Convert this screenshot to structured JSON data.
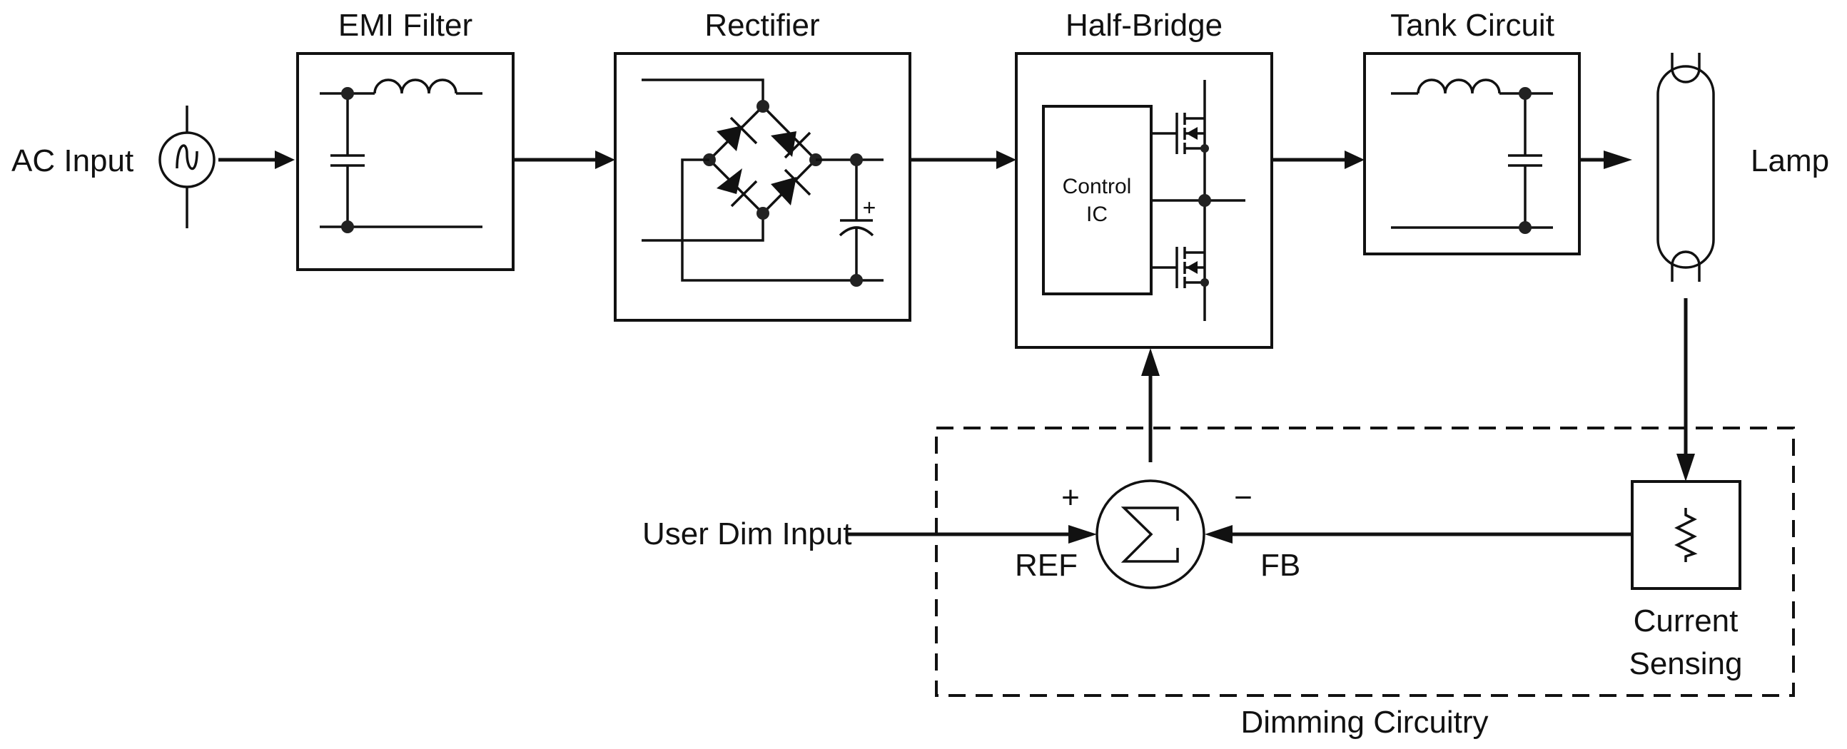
{
  "diagram": {
    "type": "block-diagram",
    "subject": "Dimmable fluorescent lamp ballast",
    "labels": {
      "ac_input": "AC Input",
      "emi_filter": "EMI Filter",
      "rectifier": "Rectifier",
      "half_bridge": "Half-Bridge",
      "control_ic_line1": "Control",
      "control_ic_line2": "IC",
      "tank_circuit": "Tank Circuit",
      "lamp": "Lamp",
      "user_dim_input": "User Dim Input",
      "ref": "REF",
      "fb": "FB",
      "plus": "+",
      "minus": "−",
      "cap_plus": "+",
      "current_sensing_line1": "Current",
      "current_sensing_line2": "Sensing",
      "dimming_circuitry": "Dimming Circuitry"
    },
    "blocks": [
      {
        "id": "ac-source",
        "label": "AC Input",
        "symbol": "ac-voltage-source"
      },
      {
        "id": "emi-filter",
        "label": "EMI Filter",
        "components": [
          "inductor",
          "capacitor"
        ]
      },
      {
        "id": "rectifier",
        "label": "Rectifier",
        "components": [
          "diode-bridge",
          "electrolytic-capacitor"
        ]
      },
      {
        "id": "half-bridge",
        "label": "Half-Bridge",
        "components": [
          "control-ic",
          "mosfet-high",
          "mosfet-low"
        ]
      },
      {
        "id": "tank-circuit",
        "label": "Tank Circuit",
        "components": [
          "inductor",
          "capacitor"
        ]
      },
      {
        "id": "lamp",
        "label": "Lamp",
        "symbol": "fluorescent-tube"
      },
      {
        "id": "current-sensing",
        "label": "Current Sensing",
        "components": [
          "resistor"
        ]
      },
      {
        "id": "summing-junction",
        "label": "Σ",
        "inputs": [
          "REF (+)",
          "FB (−)"
        ]
      }
    ],
    "connections": [
      {
        "from": "ac-source",
        "to": "emi-filter"
      },
      {
        "from": "emi-filter",
        "to": "rectifier"
      },
      {
        "from": "rectifier",
        "to": "half-bridge"
      },
      {
        "from": "half-bridge",
        "to": "tank-circuit"
      },
      {
        "from": "tank-circuit",
        "to": "lamp"
      },
      {
        "from": "lamp",
        "to": "current-sensing"
      },
      {
        "from": "current-sensing",
        "to": "summing-junction",
        "label": "FB"
      },
      {
        "from": "user-dim-input",
        "to": "summing-junction",
        "label": "REF"
      },
      {
        "from": "summing-junction",
        "to": "half-bridge"
      }
    ],
    "group": {
      "label": "Dimming Circuitry",
      "contains": [
        "summing-junction",
        "current-sensing"
      ],
      "style": "dashed"
    }
  }
}
